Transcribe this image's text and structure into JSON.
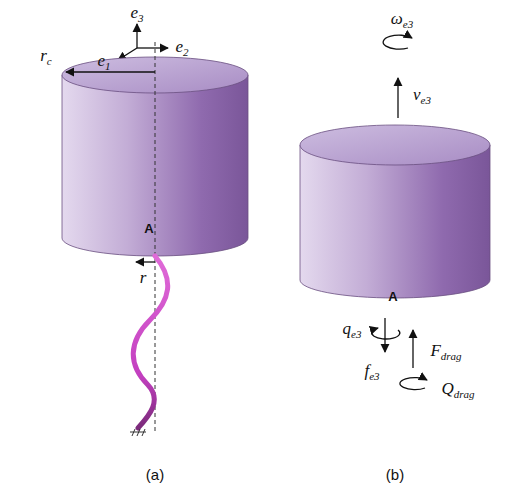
{
  "diagram": {
    "labels": [
      "e3",
      "e1",
      "e2",
      "rc",
      "A",
      "r",
      "(a)",
      "ωe3",
      "ve3",
      "A",
      "qe3",
      "fe3",
      "Fdrag",
      "Qdrag",
      "(b)"
    ]
  }
}
